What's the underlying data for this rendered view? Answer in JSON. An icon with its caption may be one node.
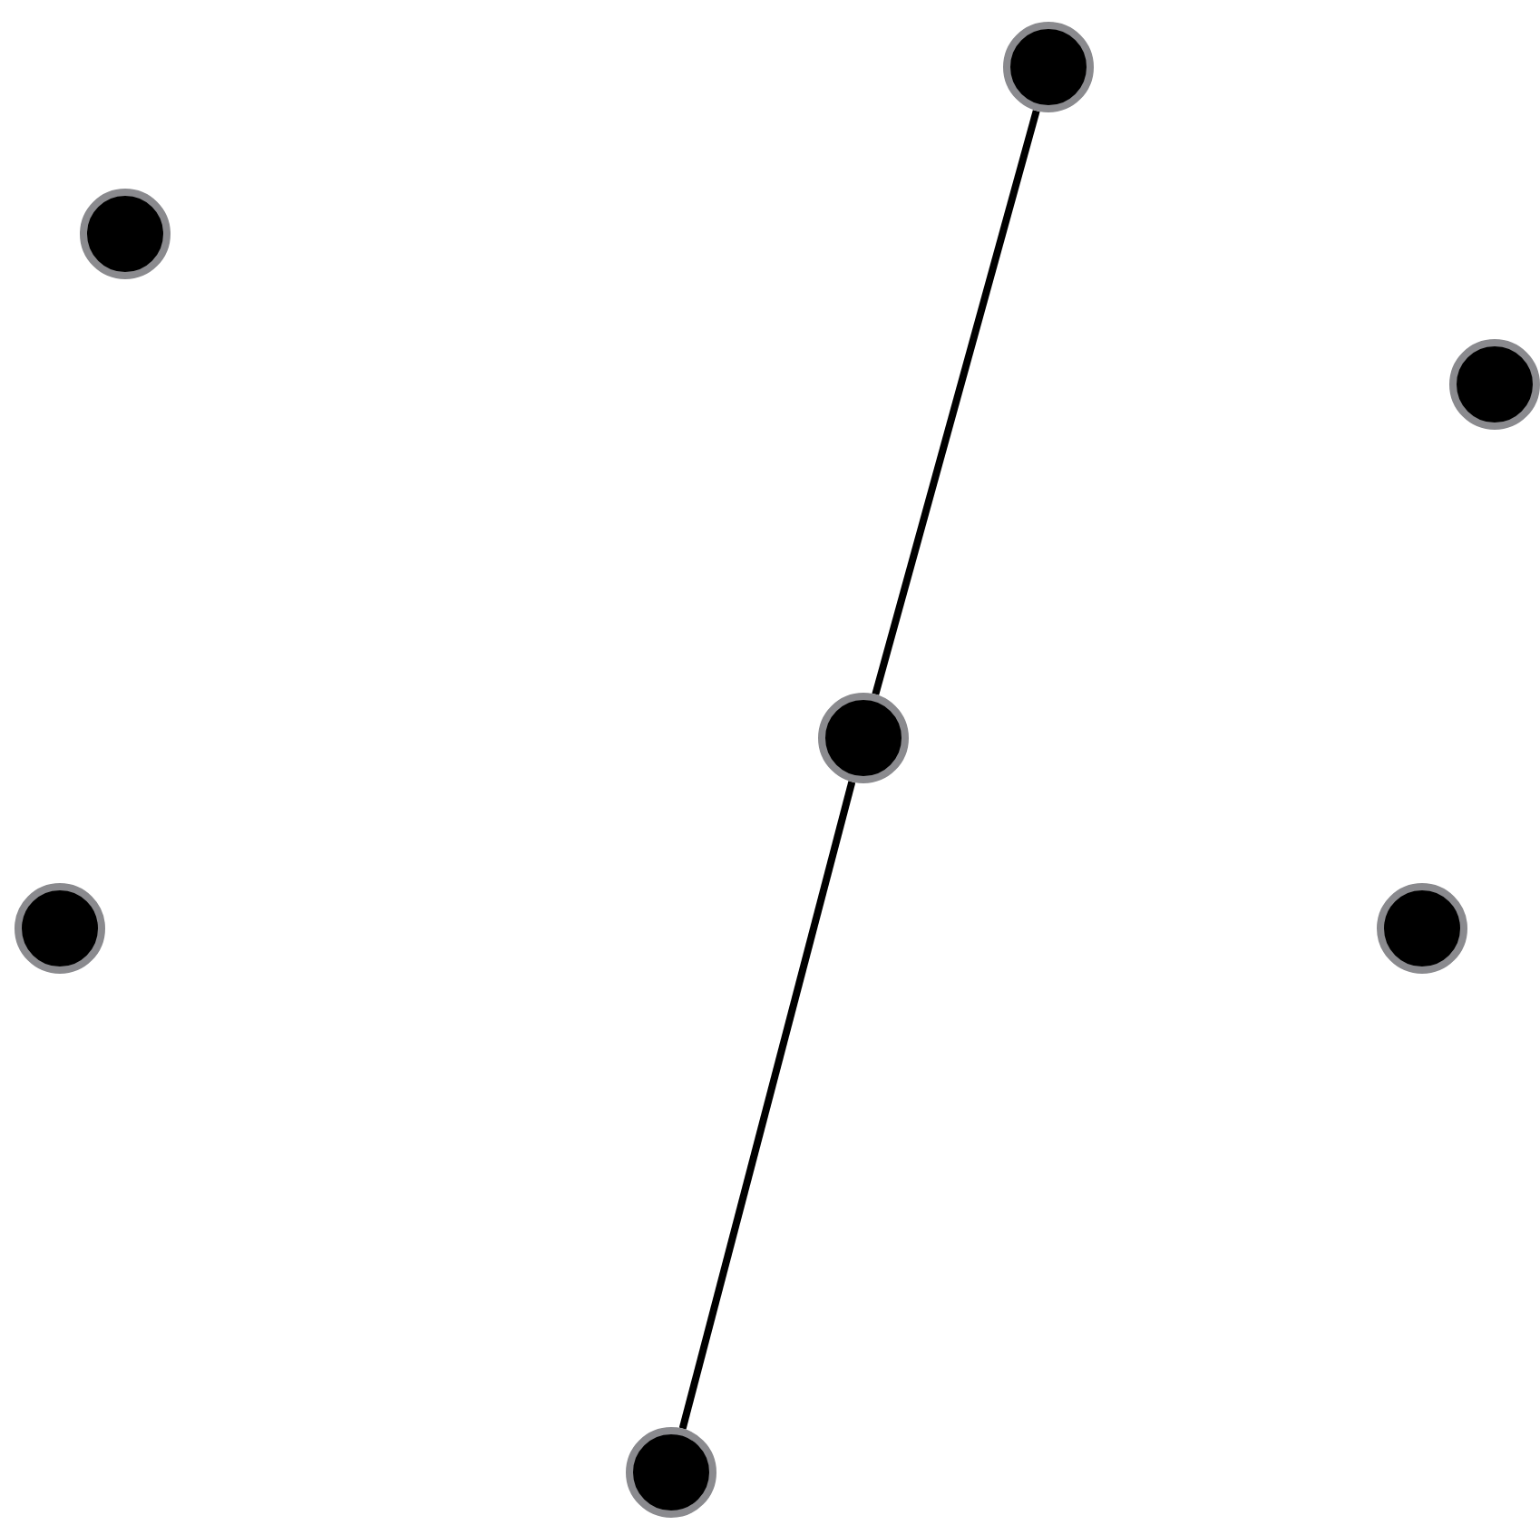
{
  "diagram": {
    "nodes": [
      {
        "text": [],
        "shape": "circle"
      },
      {
        "text": [],
        "shape": "circle"
      },
      {
        "text": [],
        "shape": "circle"
      },
      {
        "text": [],
        "shape": "circle"
      },
      {
        "text": [],
        "shape": "circle"
      },
      {
        "text": [],
        "shape": "circle"
      },
      {
        "text": [],
        "shape": "circle"
      }
    ],
    "edges": [
      {
        "from": 0,
        "to": 3,
        "arrow": "none"
      },
      {
        "from": 3,
        "to": 6,
        "arrow": "none"
      }
    ]
  }
}
